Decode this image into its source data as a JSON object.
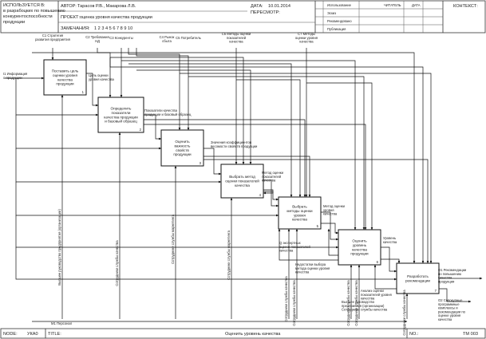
{
  "header": {
    "used_at_label": "ИСПОЛЬЗУЕТСЯ В:",
    "used_at_lines": [
      "в разрабоцких по повышению",
      "конкурентоспособности",
      "продукции"
    ],
    "author_label": "АВТОР:",
    "author_value": "Тарасов Р.В., Макарова Л.В.",
    "project_label": "ПРОЕКТ:",
    "project_value": "оценка уровня качества продукции",
    "notes_label": "ЗАМЕЧАНИЯ:",
    "notes_value": "1  2  3  4  5  6  7  8  9  10",
    "date_label": "ДАТА:",
    "date_value": "10.01.2014",
    "rev_label": "ПЕРЕСМОТР:",
    "status": [
      "Использование",
      "Эскиз",
      "Рекомендовано",
      "Публикация"
    ],
    "reader_label": "ЧИТАТЕЛЬ",
    "date_col_label": "ДАТА",
    "context_label": "КОНТЕКСТ:"
  },
  "footer": {
    "node_label": "NODE:",
    "node_value": "УКА0",
    "title_label": "TITLE:",
    "title_value": "Оценить уровень качества",
    "number_label": "NO.:",
    "number_value": "TM 003"
  },
  "boxes": [
    {
      "lines": [
        "Поставить цель",
        "оценки уровня",
        "качества",
        "продукции"
      ],
      "num": "1"
    },
    {
      "lines": [
        "Определить",
        "показатели",
        "качества продукции",
        "и базовый образец"
      ],
      "num": "2"
    },
    {
      "lines": [
        "Оценить",
        "важность",
        "свойств",
        "продукции"
      ],
      "num": "3"
    },
    {
      "lines": [
        "Выбрать метод",
        "оценки показателей",
        "качества"
      ],
      "num": "4"
    },
    {
      "lines": [
        "Выбрать",
        "методы оценки",
        "уровня",
        "качества"
      ],
      "num": "5"
    },
    {
      "lines": [
        "Оценить",
        "уровень",
        "качества",
        "продукции"
      ],
      "num": "6"
    },
    {
      "lines": [
        "Разработать",
        "рекомендации"
      ],
      "num": "7"
    }
  ],
  "controls": [
    {
      "code": "C1",
      "lines": [
        "C1 Стратегия",
        "развития предприятия"
      ]
    },
    {
      "code": "C2",
      "lines": [
        "C2 Требования",
        "НД"
      ]
    },
    {
      "code": "C3",
      "lines": [
        "C3 Конкуренты"
      ]
    },
    {
      "code": "C4",
      "lines": [
        "C4 Рынок",
        "сбыта"
      ]
    },
    {
      "code": "C5",
      "lines": [
        "C5 Потребитель"
      ]
    },
    {
      "code": "C6",
      "lines": [
        "C6 Методы оценки",
        "показателей",
        "качества"
      ]
    },
    {
      "code": "C7",
      "lines": [
        "C7 Методы",
        "оценки уровня",
        "качества"
      ]
    }
  ],
  "input": {
    "lines": [
      "I1 Информация",
      "о продукции"
    ]
  },
  "outputs": [
    {
      "lines": [
        "O1 Рекомендации",
        "по повышению",
        "качества",
        "продукции"
      ]
    },
    {
      "lines": [
        "O2 Совокупные",
        "программные",
        "комплексы и",
        "рекомендации по",
        "оценке уровня",
        "качества"
      ]
    }
  ],
  "mechanism": {
    "lines": [
      "M1 Персонал"
    ]
  },
  "internal_labels": [
    {
      "lines": [
        "Цель оценки",
        "уровня качества"
      ]
    },
    {
      "lines": [
        "Показатели качества",
        "продукции и базовый образец"
      ]
    },
    {
      "lines": [
        "Значения коэффициентов",
        "весомости свойств продукции"
      ]
    },
    {
      "lines": [
        "Метод оценки",
        "показателей",
        "качества"
      ]
    },
    {
      "lines": [
        "Метод оценки",
        "уровня",
        "качества"
      ]
    },
    {
      "lines": [
        "Уровень",
        "качества"
      ]
    },
    {
      "lines": [
        "Q экспертных",
        "оценок показателей",
        "качества"
      ]
    },
    {
      "lines": [
        "Недостатки выбора",
        "метода оценки уровня",
        "качества"
      ]
    },
    {
      "lines": [
        "Анализ оценки",
        "показателей уровня",
        "качества"
      ]
    },
    {
      "lines": [
        "Высшее руководство",
        "предприятия (организации)",
        "Сотрудники службы качества"
      ]
    }
  ],
  "mechanism_labels": [
    "Высшее руководство предприятия (организации)",
    "Сотрудники службы качества",
    "Сотрудники службы маркетинга",
    "Сотрудники службы маркетинга",
    "Сотрудники службы качества",
    "Сотрудники службы качества",
    "Сотрудники службы качества",
    "Сотрудники службы качества",
    "Сотрудники службы качества"
  ]
}
